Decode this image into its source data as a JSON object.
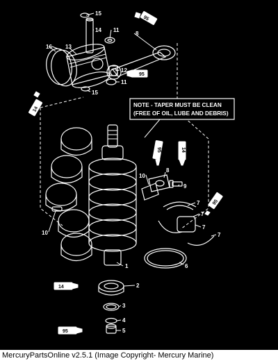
{
  "footer": {
    "text": "MercuryPartsOnline v2.5.1 (Image Copyright- Mercury Marine)"
  },
  "note": {
    "line1": "NOTE - TAPER MUST BE CLEAN",
    "line2": "(FREE OF OIL, LUBE AND DEBRIS)"
  },
  "callouts": {
    "c1": "1",
    "c2": "2",
    "c3": "3",
    "c4": "4",
    "c5": "5",
    "c6": "6",
    "c7a": "7",
    "c7b": "7",
    "c7c": "7",
    "c7d": "7",
    "c8a": "8",
    "c8b": "8",
    "c9": "9",
    "c10a": "10",
    "c10b": "10",
    "c11a": "11",
    "c11b": "11",
    "c12": "12",
    "c13": "13",
    "c14": "14",
    "c15a": "15",
    "c15b": "15",
    "c16": "16"
  },
  "tubes": {
    "t95a": "95",
    "t14a": "14",
    "t95b": "95",
    "t95c": "95",
    "t14b": "14",
    "t14c": "14",
    "t95d": "95"
  }
}
